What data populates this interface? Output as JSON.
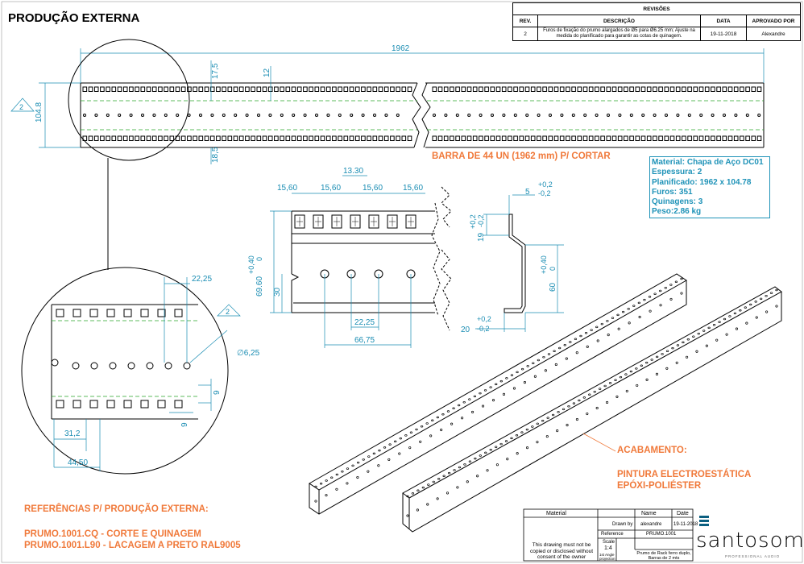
{
  "title": "PRODUÇÃO EXTERNA",
  "revisions": {
    "header": "REVISÕES",
    "columns": [
      "REV.",
      "DESCRIÇÃO",
      "DATA",
      "APROVADO POR"
    ],
    "rows": [
      {
        "rev": "2",
        "description": "Furos de fixação do prumo alargados de Ø5 para Ø6.25 mm; Ajuste na medida do planificado para garantir as cotas de quinagem.",
        "date": "19-11-2018",
        "approved": "Alexandre"
      }
    ]
  },
  "dimensions": {
    "overall_length": "1962",
    "height": "104.8",
    "d17_5": "17,5",
    "d12": "12",
    "d18_5": "18,5",
    "d13_30": "13.30",
    "pitch_a": "15,60",
    "pitch_b": "15,60",
    "pitch_c": "15,60",
    "pitch_d": "15,60",
    "d69_60": "69.60",
    "d69_tol_plus": "+0,40",
    "d69_tol_zero": "0",
    "d30": "30",
    "d22_25_b": "22,25",
    "d66_75": "66,75",
    "prof_5": "5",
    "prof_5_tol_plus": "+0,2",
    "prof_5_tol_minus": "-0,2",
    "prof_19": "19",
    "prof_19_tol_plus": "+0,2",
    "prof_19_tol_minus": "-0,2",
    "prof_60": "60",
    "prof_60_tol_plus": "+0,40",
    "prof_60_tol_zero": "0",
    "prof_20": "20",
    "prof_20_tol_plus": "+0,2",
    "prof_20_tol_minus": "-0,2",
    "detail_22_25": "22,25",
    "detail_hole": "∅6,25",
    "detail_9a": "9",
    "detail_9b": "9",
    "detail_31_2": "31,2",
    "detail_44_50": "44,50",
    "rev_marker": "2"
  },
  "barra_label": "BARRA DE 44 UN (1962 mm) P/ CORTAR",
  "spec": {
    "material": "Material: Chapa de Aço DC01",
    "espessura": "Espessura: 2",
    "planificado": "Planificado: 1962 x 104.78",
    "furos": "Furos: 351",
    "quinagens": "Quinagens: 3",
    "peso": "Peso:2.86 kg"
  },
  "acabamento": {
    "heading": "ACABAMENTO:",
    "line1": "PINTURA ELECTROESTÁTICA",
    "line2": "EPÓXI-POLIÉSTER"
  },
  "references": {
    "heading": "REFERÊNCIAS P/ PRODUÇÃO EXTERNA:",
    "line1": "PRUMO.1001.CQ - CORTE E QUINAGEM",
    "line2": "PRUMO.1001.L90 - LACAGEM A PRETO RAL9005"
  },
  "title_block": {
    "material_label": "Material",
    "name_label": "Name",
    "date_label": "Date",
    "drawn_by_label": "Drawn by",
    "drawn_by": "alexandre",
    "drawn_date": "19-11-2018",
    "reference_label": "Reference",
    "reference": "PRUMO.1001",
    "scale_label": "Scale",
    "scale": "1:4",
    "projection": "1st Angle projection",
    "description": "Prumo de Rack ferro duplo, Barras de 2 mts",
    "notice": "This drawing must not be copied or disclosed without consent of the owner",
    "company": "santosom",
    "company_sub": "PROFESSIONAL AUDIO"
  },
  "colors": {
    "dimension": "#1a8db3",
    "orange": "#f0793a",
    "spec": "#1f93b8",
    "centerline": "#2aa52a"
  }
}
